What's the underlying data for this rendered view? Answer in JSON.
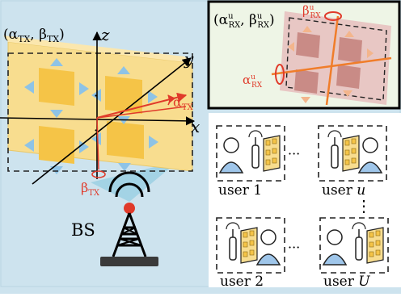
{
  "labels": {
    "tx_angles": "(α",
    "tx_angles_sub1": "TX",
    "tx_angles_mid": ", β",
    "tx_angles_sub2": "TX",
    "tx_angles_end": ")",
    "axis_x": "x",
    "axis_y": "y",
    "axis_z": "z",
    "alpha_tx": "α",
    "alpha_tx_sub": "TX",
    "beta_tx": "β",
    "beta_tx_sub": "TX",
    "bs": "BS",
    "rx_angles": "(α",
    "rx_sup1": "u",
    "rx_sub1": "RX",
    "rx_mid": ", β",
    "rx_sup2": "u",
    "rx_sub2": "RX",
    "rx_end": ")",
    "beta_rx": "β",
    "beta_rx_sup": "u",
    "beta_rx_sub": "RX",
    "alpha_rx": "α",
    "alpha_rx_sup": "u",
    "alpha_rx_sub": "RX",
    "dots_h": "···",
    "dots_v": "⋮"
  },
  "users": [
    {
      "label": "user 1"
    },
    {
      "label": "user u",
      "name": "user ",
      "idx": "u"
    },
    {
      "label": "user 2"
    },
    {
      "label": "user U",
      "name": "user ",
      "idx": "U"
    }
  ],
  "colors": {
    "background": "#cde3ee",
    "panel": "#f8dd8f",
    "patch": "#f5c447",
    "arrow": "#8ec3e6",
    "red": "#e03a2a",
    "orange": "#f07d2a",
    "rx_panel": "#e8c7c4",
    "rx_patch": "#c98b86",
    "rx_box": "#eef5e6",
    "beam": "#9fd0e3"
  }
}
